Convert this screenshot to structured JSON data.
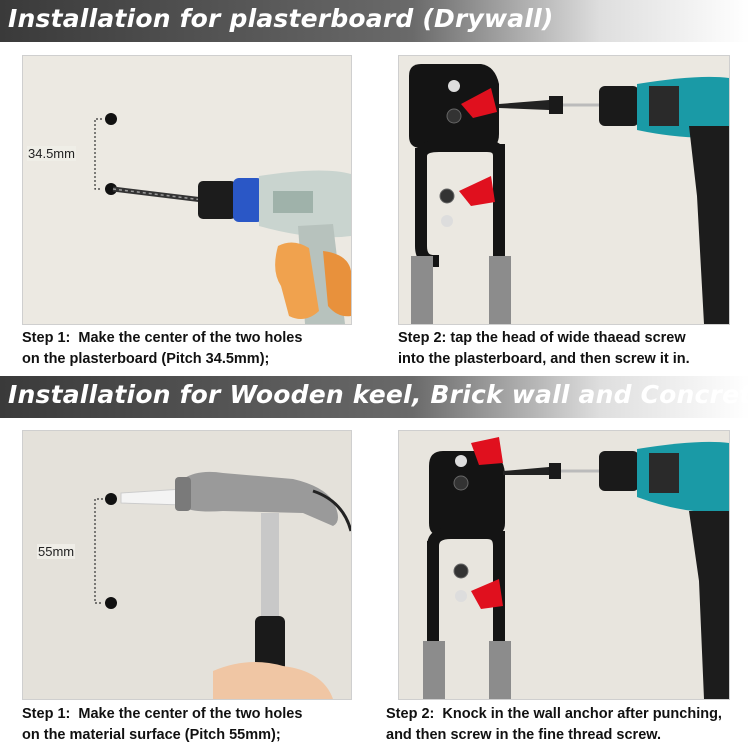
{
  "section1": {
    "title": "Installation for plasterboard (Drywall)",
    "step1": {
      "label": "Step 1:",
      "line1": "Make the center of the two holes",
      "line2": "on the plasterboard (Pitch 34.5mm);",
      "measurement": "34.5mm"
    },
    "step2": {
      "label": "Step 2:",
      "line1": "tap the head of wide thaead screw",
      "line2": "into the plasterboard, and then screw it in."
    }
  },
  "section2": {
    "title": "Installation for Wooden keel, Brick wall and Concrete",
    "step1": {
      "label": "Step 1:",
      "line1": "Make the center of the two holes",
      "line2": "on the material surface (Pitch 55mm);",
      "measurement": "55mm"
    },
    "step2": {
      "label": "Step 2:",
      "line1": "Knock in the wall anchor after punching,",
      "line2": "and then screw in the fine thread screw."
    }
  },
  "colors": {
    "arrow": "#e0101e",
    "drill_teal": "#1a9aa6",
    "drill_blue": "#2a57c6",
    "hook_black": "#111111",
    "hook_sleeve": "#8a8a8a"
  }
}
